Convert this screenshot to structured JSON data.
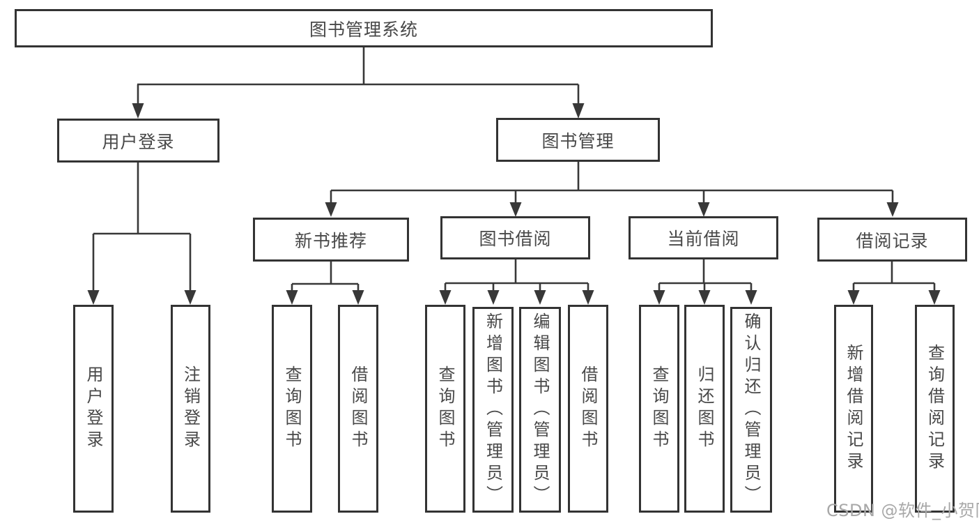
{
  "diagram": {
    "root": {
      "label": "图书管理系统"
    },
    "level2": [
      {
        "label": "用户登录"
      },
      {
        "label": "图书管理"
      }
    ],
    "level3": [
      {
        "label": "新书推荐"
      },
      {
        "label": "图书借阅"
      },
      {
        "label": "当前借阅"
      },
      {
        "label": "借阅记录"
      }
    ],
    "leaves": [
      {
        "label": "用户登录"
      },
      {
        "label": "注销登录"
      },
      {
        "label": "查询图书"
      },
      {
        "label": "借阅图书"
      },
      {
        "label": "查询图书"
      },
      {
        "label": "新增图书（管理员）"
      },
      {
        "label": "编辑图书（管理员）"
      },
      {
        "label": "借阅图书"
      },
      {
        "label": "查询图书"
      },
      {
        "label": "归还图书"
      },
      {
        "label": "确认归还（管理员）"
      },
      {
        "label": "新增借阅记录"
      },
      {
        "label": "查询借阅记录"
      }
    ],
    "watermark": "CSDN @软件_小贺同学",
    "colors": {
      "line": "#383838",
      "border": "#333333",
      "text": "#484848",
      "watermark": "#a8a8a8",
      "background": "#ffffff"
    }
  }
}
